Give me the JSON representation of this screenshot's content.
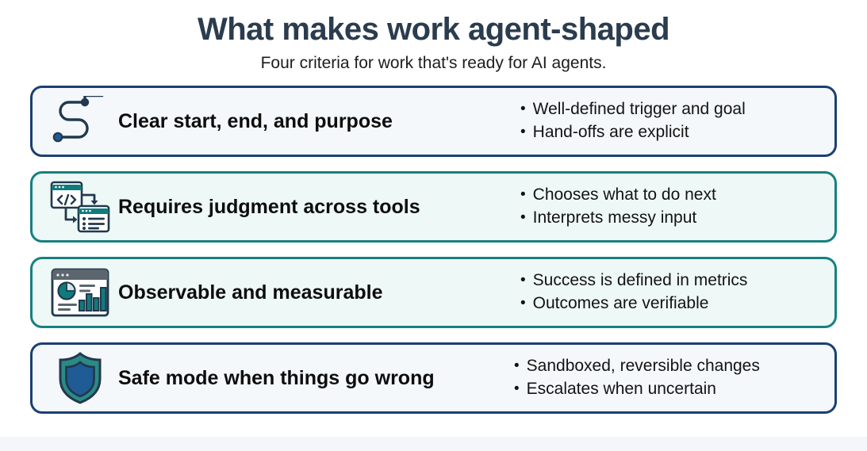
{
  "header": {
    "title": "What makes work agent-shaped",
    "subtitle": "Four criteria for work that's ready for AI agents."
  },
  "colors": {
    "navy": "#1b3f73",
    "teal": "#17807f",
    "title_text": "#2a3c4e",
    "card_bg_navy": "#f4f8fb",
    "card_bg_teal": "#eef8f6",
    "flag_blue": "#1f5b95",
    "shield_inner": "#1f5b95",
    "shield_outer": "#2a8a86"
  },
  "cards": [
    {
      "icon": "path-flag-icon",
      "accent": "navy",
      "heading": "Clear start, end, and purpose",
      "bullets": [
        "Well-defined trigger and goal",
        "Hand-offs are explicit"
      ]
    },
    {
      "icon": "code-window-list-window-icon",
      "accent": "teal",
      "heading": "Requires judgment across tools",
      "bullets": [
        "Chooses what to do next",
        "Interprets messy input"
      ]
    },
    {
      "icon": "dashboard-charts-icon",
      "accent": "teal",
      "heading": "Observable and measurable",
      "bullets": [
        "Success is defined in metrics",
        "Outcomes are verifiable"
      ]
    },
    {
      "icon": "shield-icon",
      "accent": "navy",
      "heading": "Safe mode when things go wrong",
      "bullets": [
        "Sandboxed, reversible changes",
        "Escalates when uncertain"
      ]
    }
  ],
  "bullet_marker": "•"
}
